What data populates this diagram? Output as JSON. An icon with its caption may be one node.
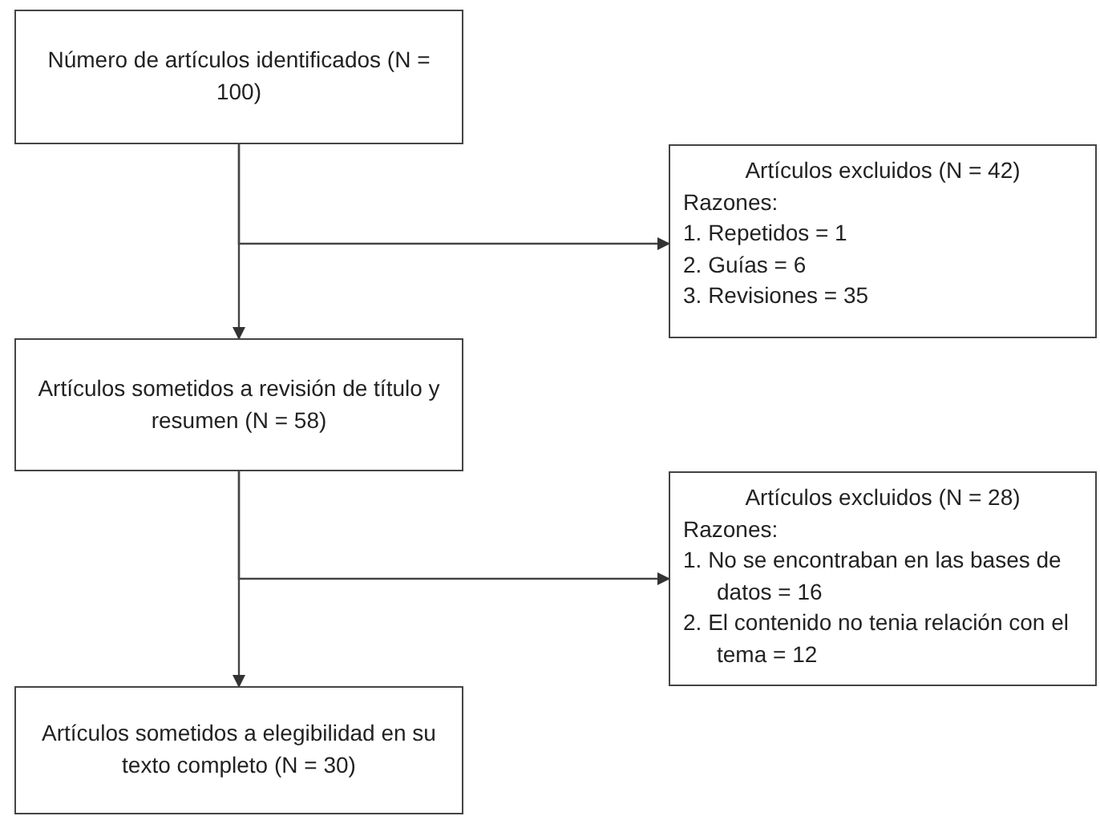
{
  "diagram": {
    "nodes": [
      {
        "text": [
          "Número de artículos identificados (N = 100)"
        ]
      },
      {
        "text": [
          "Artículos excluidos (N = 42)",
          "Razones:",
          "1. Repetidos = 1",
          "2. Guías = 6",
          "3. Revisiones = 35"
        ]
      },
      {
        "text": [
          "Artículos sometidos a revisión de título y resumen (N = 58)"
        ]
      },
      {
        "text": [
          "Artículos excluidos (N = 28)",
          "Razones:",
          "1. No se encontraban en las bases de datos = 16",
          "2. El contenido no tenia relación con el tema = 12"
        ]
      },
      {
        "text": [
          "Artículos sometidos a elegibilidad en su texto completo (N = 30)"
        ]
      }
    ],
    "edges": [
      {
        "from": 0,
        "to": 2,
        "arrow": "to"
      },
      {
        "from": 0,
        "to": 1,
        "arrow": "to"
      },
      {
        "from": 2,
        "to": 4,
        "arrow": "to"
      },
      {
        "from": 2,
        "to": 3,
        "arrow": "to"
      }
    ]
  }
}
